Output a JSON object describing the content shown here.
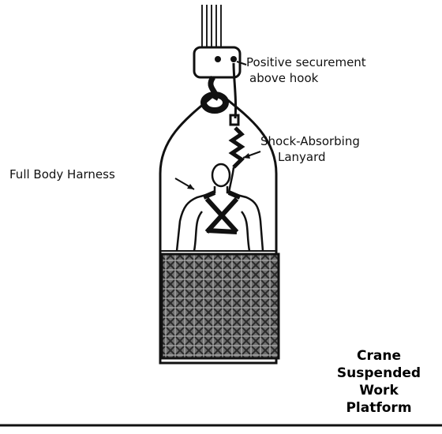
{
  "labels": {
    "securement_line1": "Positive securement",
    "securement_line2": "above hook",
    "lanyard_line1": "Shock-Absorbing",
    "lanyard_line2": "Lanyard",
    "harness": "Full Body Harness"
  },
  "title": {
    "line1": "Crane",
    "line2": "Suspended",
    "line3": "Work",
    "line4": "Platform"
  }
}
